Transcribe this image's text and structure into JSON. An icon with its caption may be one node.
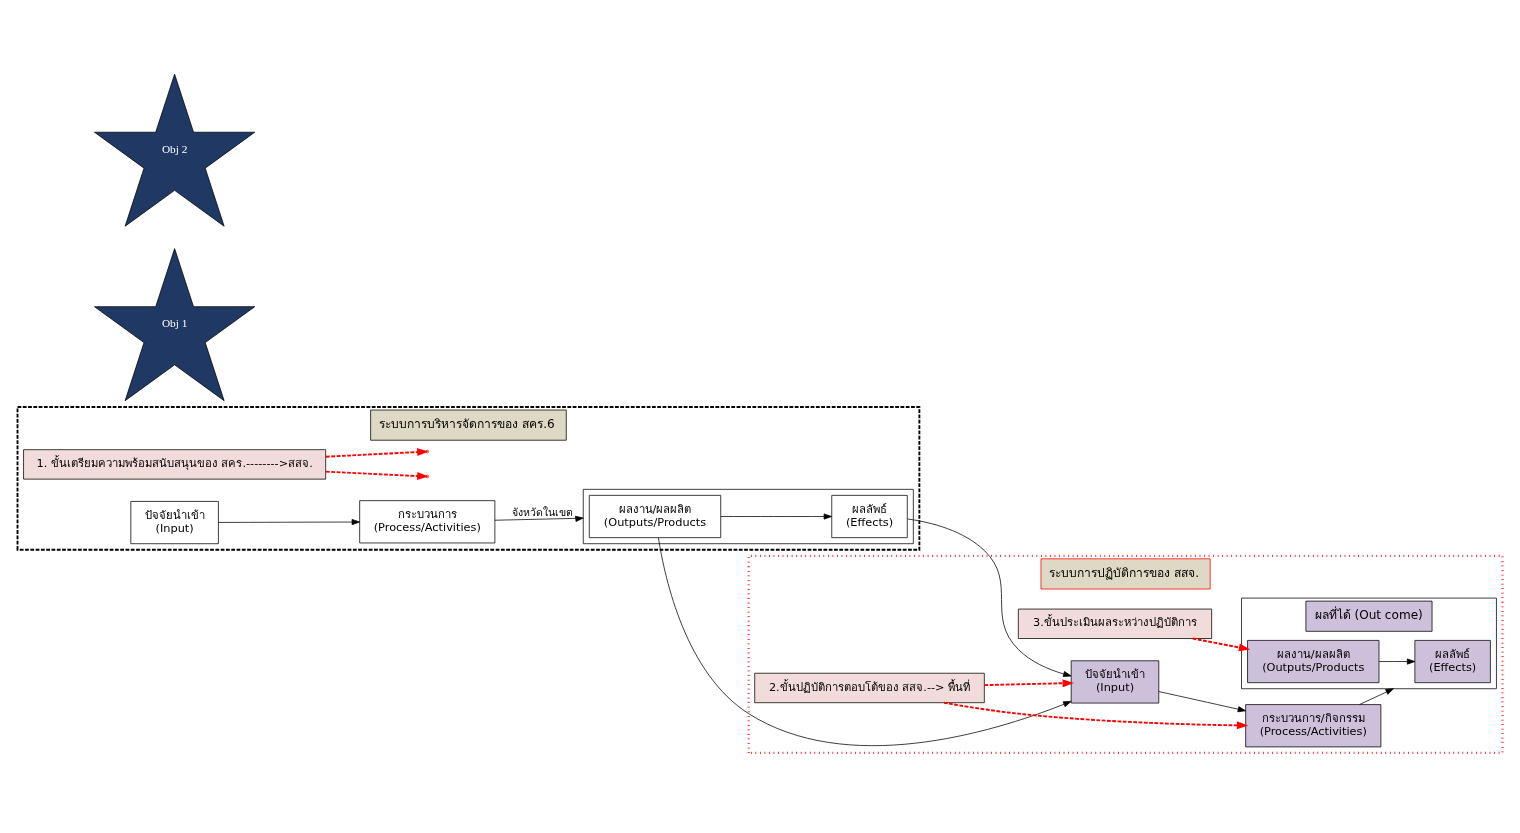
{
  "diagram": {
    "nodes": [
      {
        "text": [
          "ระบบการบริหารจัดการของ สคร.6"
        ]
      },
      {
        "text": [
          "1. ขั้นเตรียมความพร้อมสนับสนุนของ สคร.-------->สสจ."
        ],
        "in": 0
      },
      {
        "text": [
          "ปัจจัยนำเข้า",
          "(Input)"
        ],
        "in": 0
      },
      {
        "text": [
          "กระบวนการ",
          "(Process/Activities)"
        ],
        "in": 0
      },
      {
        "text": [],
        "shape": "box",
        "in": 0
      },
      {
        "text": [
          "ผลงาน/ผลผลิต",
          "(Outputs/Products"
        ],
        "in": 4
      },
      {
        "text": [
          "ผลลัพธ์",
          "(Effects)"
        ],
        "in": 4
      },
      {
        "text": [
          "Obj 1"
        ]
      },
      {
        "text": [
          "ระบบการปฏิบัติการของ สสจ."
        ]
      },
      {
        "text": [
          "Obj 2"
        ]
      },
      {
        "text": [
          "ผลที่ได้ (Out come)"
        ],
        "in": 8
      },
      {
        "text": [
          "ผลลัพธ์",
          "(Effects)"
        ],
        "in": 10
      },
      {
        "text": [
          "ผลงาน/ผลผลิต",
          "(Outputs/Products"
        ],
        "in": 10
      },
      {
        "text": [
          "กระบวนการ/กิจกรรม",
          "(Process/Activities)"
        ],
        "in": 8
      },
      {
        "text": [
          "ปัจจัยนำเข้า",
          "(Input)"
        ],
        "in": 8
      },
      {
        "text": [
          "3.ขั้นประเมินผลระหว่างปฏิบัติการ"
        ],
        "in": 8
      },
      {
        "text": [
          "2.ขั้นปฏิบัติการตอบโต้ของ สสจ.--> พื้นที่"
        ],
        "in": 8
      }
    ],
    "edges": [
      {
        "from": 1,
        "to": null,
        "arrow": "to",
        "style": "dashed",
        "color": "#ff0000"
      },
      {
        "from": 1,
        "to": null,
        "arrow": "to",
        "style": "dashed",
        "color": "#ff0000"
      },
      {
        "from": 2,
        "to": 3,
        "arrow": "to"
      },
      {
        "from": 3,
        "to": 4,
        "arrow": "to",
        "label": "จังหวัดในเขต"
      },
      {
        "from": 5,
        "to": 6,
        "arrow": "to"
      },
      {
        "from": 5,
        "to": 14,
        "arrow": "to"
      },
      {
        "from": 6,
        "to": 14,
        "arrow": "to"
      },
      {
        "from": 14,
        "to": 13,
        "arrow": "to"
      },
      {
        "from": 13,
        "to": 10,
        "arrow": "to"
      },
      {
        "from": 12,
        "to": 11,
        "arrow": "to"
      },
      {
        "from": 15,
        "to": 12,
        "arrow": "to",
        "style": "dashed",
        "color": "#ff0000"
      },
      {
        "from": 16,
        "to": 13,
        "arrow": "to",
        "style": "dashed",
        "color": "#ff0000"
      },
      {
        "from": 16,
        "to": 14,
        "arrow": "to",
        "style": "dashed",
        "color": "#ff0000"
      }
    ]
  }
}
